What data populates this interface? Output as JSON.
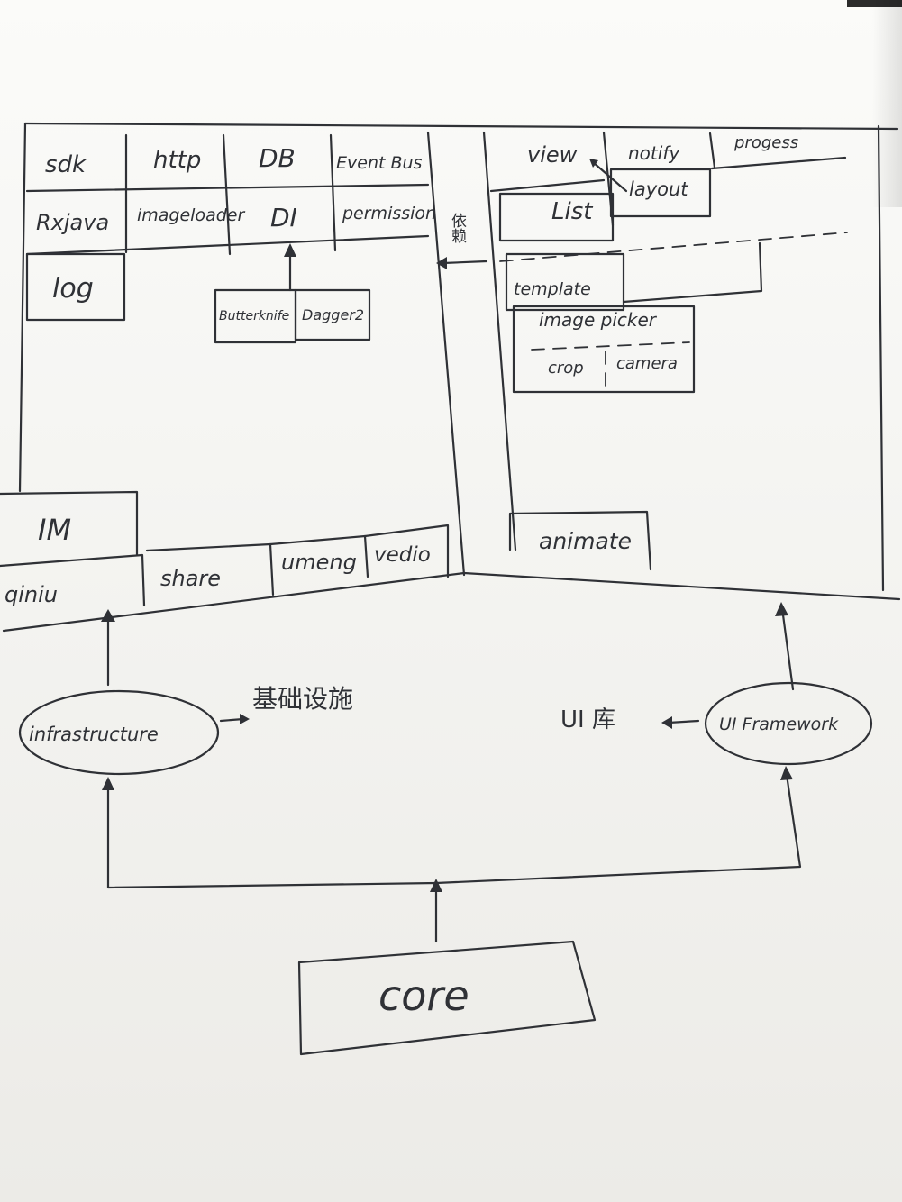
{
  "chart_data": {
    "type": "diagram",
    "infrastructure_modules": [
      "sdk",
      "http",
      "DB",
      "Event Bus",
      "Rxjava",
      "imageloader",
      "DI",
      "permission",
      "log",
      "IM",
      "qiniu",
      "share",
      "umeng",
      "vedio"
    ],
    "di_implementations": [
      "Butterknife",
      "Dagger2"
    ],
    "divider_label": "依赖",
    "ui_modules": [
      "view",
      "notify",
      "progess",
      "List",
      "layout",
      "template",
      "image picker",
      "crop",
      "camera",
      "animate"
    ],
    "nodes": [
      "infrastructure",
      "UI Framework",
      "core"
    ],
    "node_notes": {
      "infrastructure": "基础设施",
      "ui_framework": "UI 库"
    },
    "edges": [
      [
        "core",
        "infrastructure"
      ],
      [
        "core",
        "UI Framework"
      ],
      [
        "infrastructure",
        "基础设施"
      ],
      [
        "UI Framework",
        "UI 库"
      ],
      [
        "Butterknife",
        "DI"
      ]
    ]
  },
  "labels": {
    "sdk": "sdk",
    "http": "http",
    "db": "DB",
    "event_bus": "Event Bus",
    "rxjava": "Rxjava",
    "imageloader": "imageloader",
    "di": "DI",
    "permission": "permission",
    "log": "log",
    "butterknife": "Butterknife",
    "dagger2": "Dagger2",
    "im": "IM",
    "qiniu": "qiniu",
    "share": "share",
    "umeng": "umeng",
    "vedio": "vedio",
    "divider": "依赖",
    "view": "view",
    "notify": "notify",
    "progess": "progess",
    "list": "List",
    "layout": "layout",
    "template": "template",
    "image_picker": "image picker",
    "crop": "crop",
    "camera": "camera",
    "animate": "animate",
    "infrastructure": "infrastructure",
    "infra_note": "基础设施",
    "ui_framework": "UI Framework",
    "ui_note": "UI 库",
    "core": "core"
  }
}
